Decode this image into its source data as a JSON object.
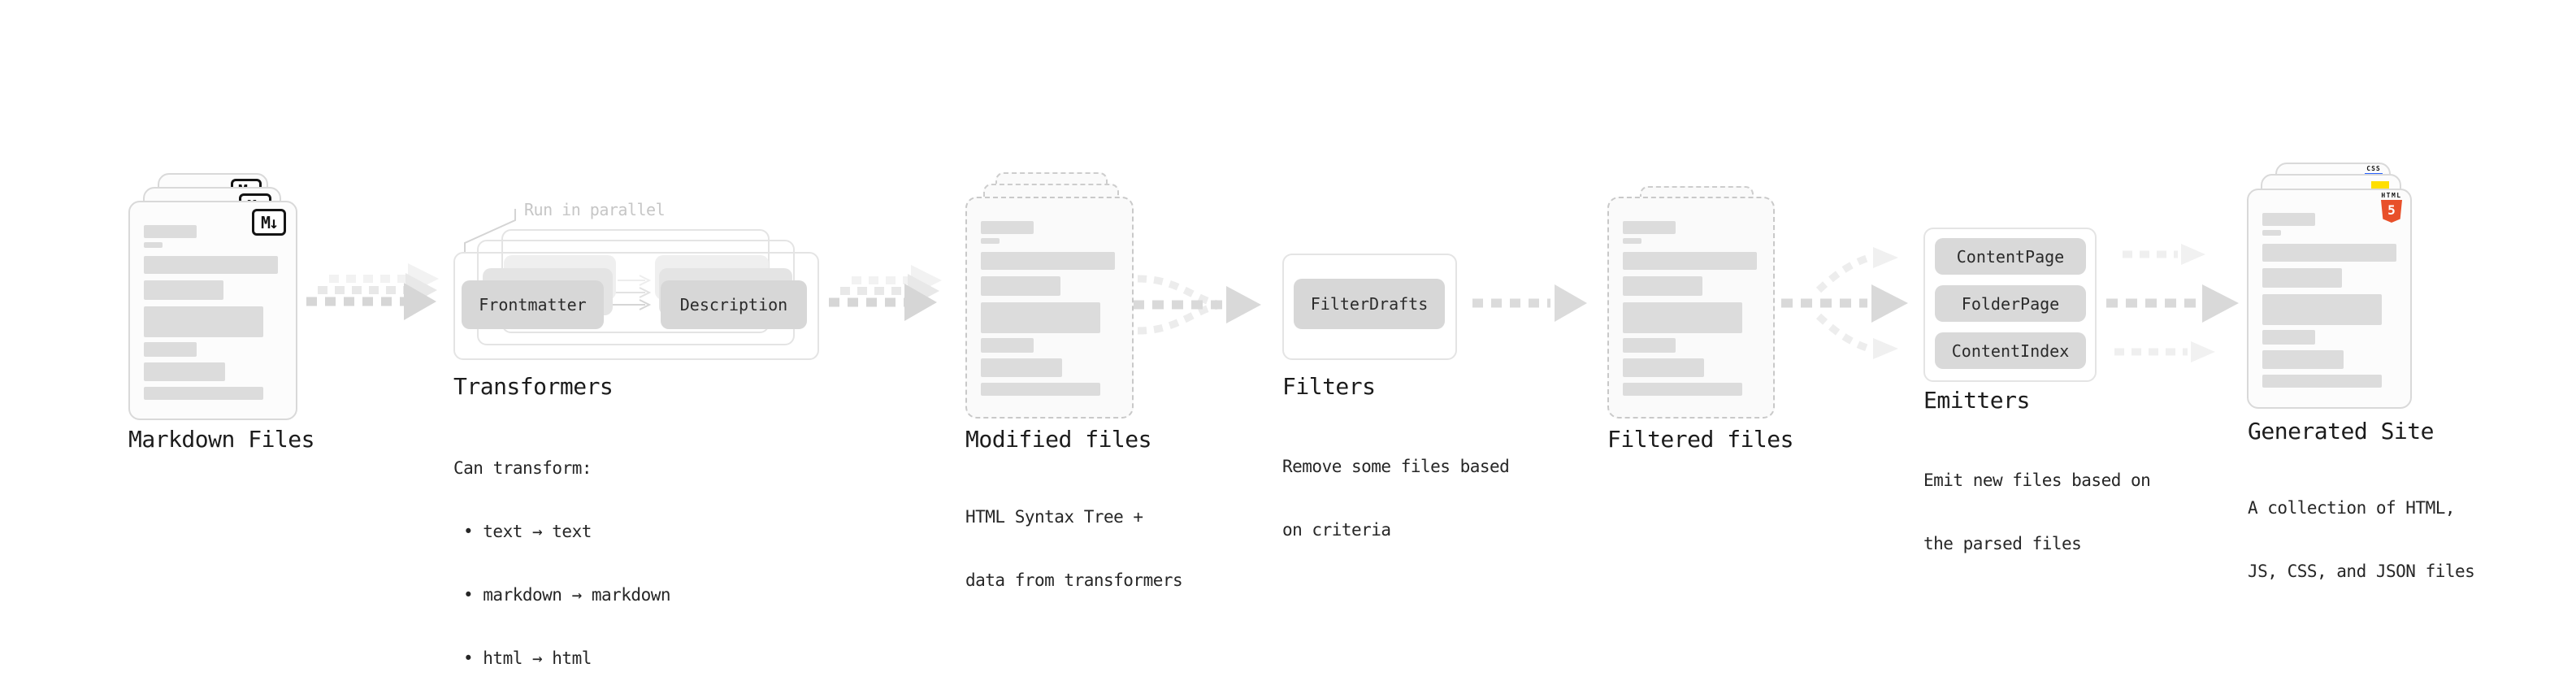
{
  "markdown_files": {
    "label": "Markdown Files",
    "badge": "M↓"
  },
  "transformers": {
    "label": "Transformers",
    "callout": "Run in parallel",
    "input_box": "Frontmatter",
    "output_box": "Description",
    "desc_title": "Can transform:",
    "bullets": [
      "• text → text",
      "• markdown → markdown",
      "• html → html"
    ]
  },
  "modified_files": {
    "label": "Modified files",
    "desc": [
      "HTML Syntax Tree +",
      "data from transformers"
    ]
  },
  "filters": {
    "label": "Filters",
    "box": "FilterDrafts",
    "desc": [
      "Remove some files based",
      "on criteria"
    ]
  },
  "filtered_files": {
    "label": "Filtered files"
  },
  "emitters": {
    "label": "Emitters",
    "boxes": [
      "ContentPage",
      "FolderPage",
      "ContentIndex"
    ],
    "desc": [
      "Emit new files based on",
      "the parsed files"
    ]
  },
  "generated_site": {
    "label": "Generated Site",
    "desc": [
      "A collection of HTML,",
      "JS, CSS, and JSON files"
    ],
    "css_badge": "CSS",
    "html_badge": "HTML",
    "html_number": "5"
  },
  "colors": {
    "html5_orange": "#e8502a",
    "js_yellow": "#ffdf00",
    "css_blue": "#2962ff",
    "bar_gray": "#dcdcdc",
    "arrow_dark": "#d6d6d6",
    "arrow_light": "#eeeeee"
  }
}
